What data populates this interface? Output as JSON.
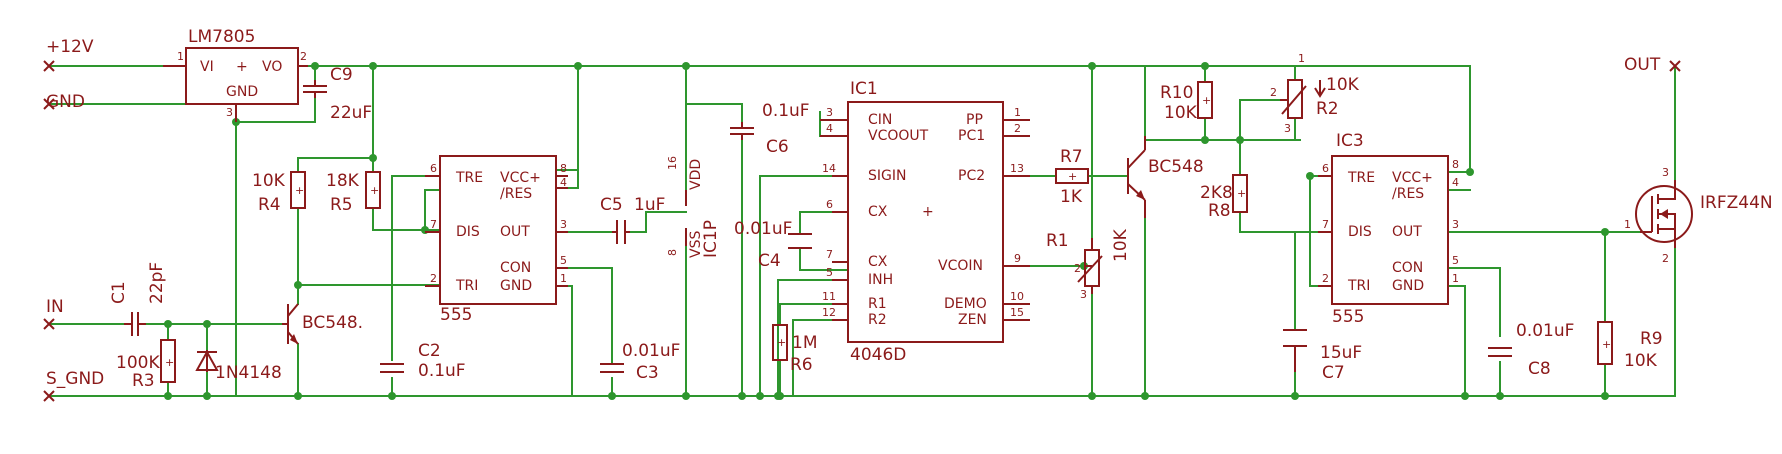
{
  "nets": {
    "vin": "+12V",
    "gnd": "GND",
    "in": "IN",
    "sgnd": "S_GND",
    "out": "OUT"
  },
  "regulator": {
    "name": "LM7805",
    "vi": "VI",
    "vo": "VO",
    "gnd": "GND",
    "plus": "+"
  },
  "components": {
    "c9": {
      "name": "C9",
      "value": "22uF"
    },
    "c1": {
      "name": "C1",
      "value": "22pF"
    },
    "r3": {
      "name": "R3",
      "value": "100K"
    },
    "d1": {
      "value": "1N4148"
    },
    "q1": {
      "value": "BC548."
    },
    "r4": {
      "name": "R4",
      "value": "10K"
    },
    "r5": {
      "name": "R5",
      "value": "18K"
    },
    "c2": {
      "name": "C2",
      "value": "0.1uF"
    },
    "c3": {
      "name": "C3",
      "value": "0.01uF"
    },
    "c5": {
      "name": "C5",
      "value": "1uF"
    },
    "c6": {
      "name": "C6",
      "value": "0.1uF"
    },
    "ic1p": {
      "name": "IC1P",
      "vdd": "VDD",
      "vss": "VSS"
    },
    "c4": {
      "name": "C4",
      "value": "0.01uF"
    },
    "r6": {
      "name": "R6",
      "value": "1M"
    },
    "r7": {
      "name": "R7",
      "value": "1K"
    },
    "r1": {
      "name": "R1",
      "value": "10K"
    },
    "q2": {
      "value": "BC548"
    },
    "r10": {
      "name": "R10",
      "value": "10K"
    },
    "r2": {
      "name": "R2",
      "value": "10K"
    },
    "r8": {
      "name": "R8",
      "value": "2K8"
    },
    "c7": {
      "name": "C7",
      "value": "15uF"
    },
    "c8": {
      "name": "C8",
      "value": "0.01uF"
    },
    "r9": {
      "name": "R9",
      "value": "10K"
    },
    "q3": {
      "value": "IRFZ44N"
    }
  },
  "timer1": {
    "type": "555",
    "tre": "TRE",
    "vcc": "VCC+",
    "res": "/RES",
    "dis": "DIS",
    "out": "OUT",
    "con": "CON",
    "tri": "TRI",
    "gnd": "GND"
  },
  "timer2": {
    "name": "IC3",
    "type": "555",
    "tre": "TRE",
    "vcc": "VCC+",
    "res": "/RES",
    "dis": "DIS",
    "out": "OUT",
    "con": "CON",
    "tri": "TRI",
    "gnd": "GND"
  },
  "pll": {
    "name": "IC1",
    "type": "4046D",
    "left": [
      "CIN",
      "VCOOUT",
      "SIGIN",
      "CX",
      "CX",
      "INH",
      "R1",
      "R2"
    ],
    "right": [
      "PP",
      "PC1",
      "PC2",
      "VCOIN",
      "DEMO",
      "ZEN"
    ]
  }
}
